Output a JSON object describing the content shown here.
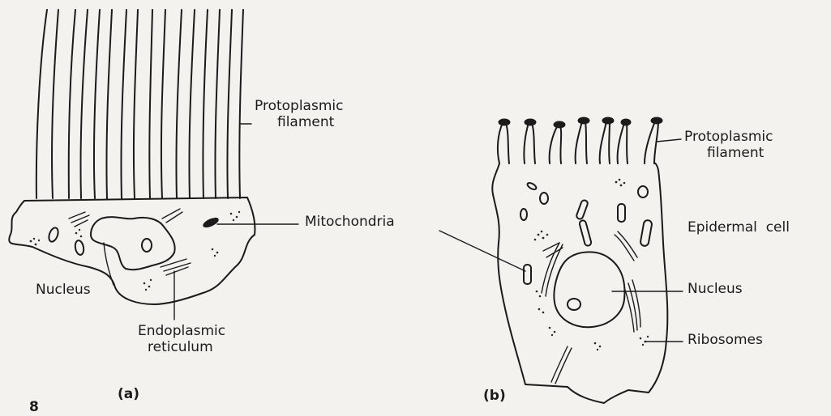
{
  "figure_a": {
    "panel_label": "(a)",
    "labels": {
      "protoplasmic_filament": [
        "Protoplasmic",
        "filament"
      ],
      "mitochondria": "Mitochondria",
      "nucleus": "Nucleus",
      "endoplasmic_reticulum": [
        "Endoplasmic",
        "reticulum"
      ]
    }
  },
  "figure_b": {
    "panel_label": "(b)",
    "labels": {
      "protoplasmic_filament": [
        "Protoplasmic",
        "filament"
      ],
      "epidermal_cell": "Epidermal  cell",
      "nucleus": "Nucleus",
      "ribosomes": "Ribosomes"
    }
  },
  "page_fragment": "8"
}
